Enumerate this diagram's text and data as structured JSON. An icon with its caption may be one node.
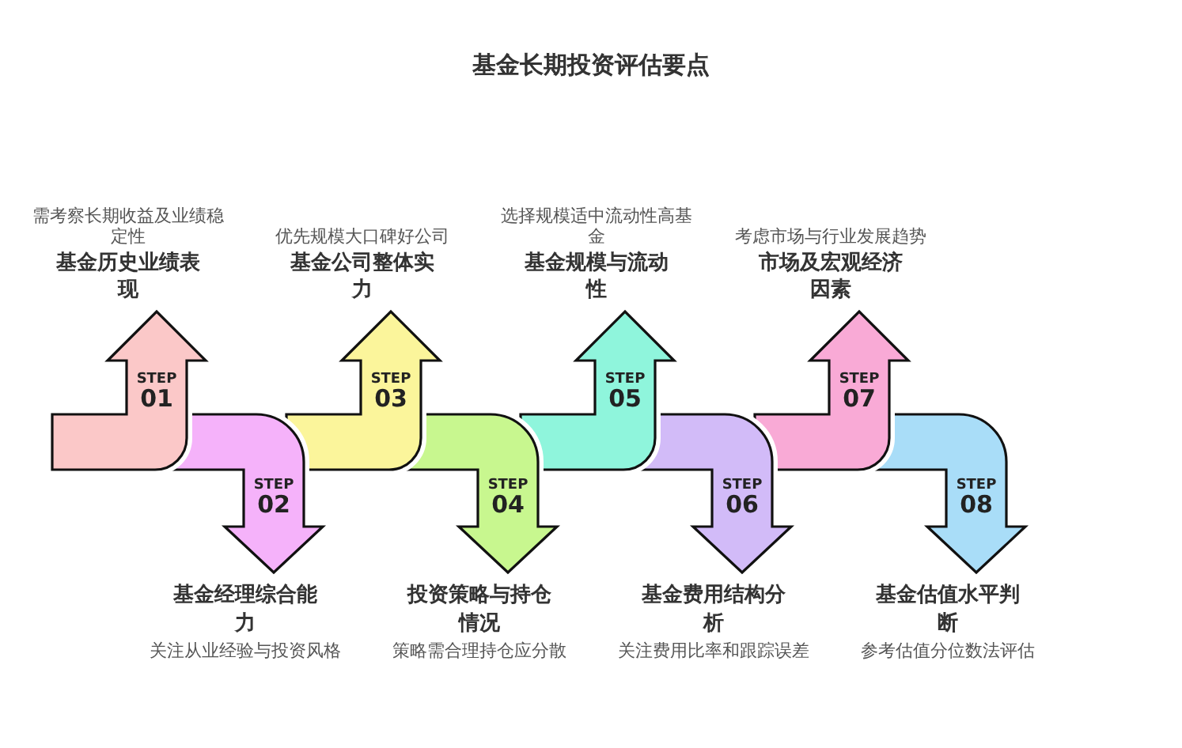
{
  "diagram": {
    "title": "基金长期投资评估要点",
    "nodes": [
      {
        "text": [
          "需考察长期收益及业绩稳定性",
          "基金历史业绩表现",
          "STEP 01"
        ]
      },
      {
        "text": [
          "STEP 02",
          "基金经理综合能力",
          "关注从业经验与投资风格"
        ]
      },
      {
        "text": [
          "优先规模大口碑好公司",
          "基金公司整体实力",
          "STEP 03"
        ]
      },
      {
        "text": [
          "STEP 04",
          "投资策略与持仓情况",
          "策略需合理持仓应分散"
        ]
      },
      {
        "text": [
          "选择规模适中流动性高基金",
          "基金规模与流动性",
          "STEP 05"
        ]
      },
      {
        "text": [
          "STEP 06",
          "基金费用结构分析",
          "关注费用比率和跟踪误差"
        ]
      },
      {
        "text": [
          "考虑市场与行业发展趋势",
          "市场及宏观经济因素",
          "STEP 07"
        ]
      },
      {
        "text": [
          "STEP 08",
          "基金估值水平判断",
          "参考估值分位数法评估"
        ]
      }
    ]
  }
}
